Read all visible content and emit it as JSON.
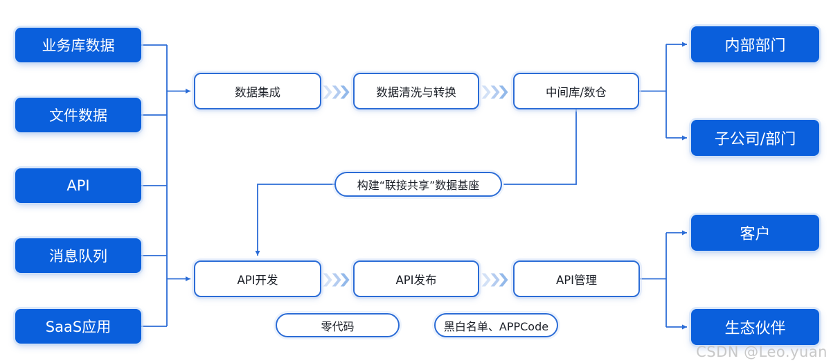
{
  "diagram": {
    "sources": [
      "业务库数据",
      "文件数据",
      "API",
      "消息队列",
      "SaaS应用"
    ],
    "data_flow": [
      "数据集成",
      "数据清洗与转换",
      "中间库/数仓"
    ],
    "api_flow": [
      "API开发",
      "API发布",
      "API管理"
    ],
    "foundation": "构建“联接共享”数据基座",
    "tags": [
      "零代码",
      "黑白名单、APPCode"
    ],
    "internal_consumers": [
      "内部部门",
      "子公司/部门"
    ],
    "external_consumers": [
      "客户",
      "生态伙伴"
    ]
  },
  "icons": {
    "flow_chevron": "❯"
  },
  "colors": {
    "node_blue": "#0a5fdc",
    "line_blue": "#2b6cd6",
    "node_text": "#1d2129"
  },
  "watermark": "CSDN @Leo.yuan"
}
